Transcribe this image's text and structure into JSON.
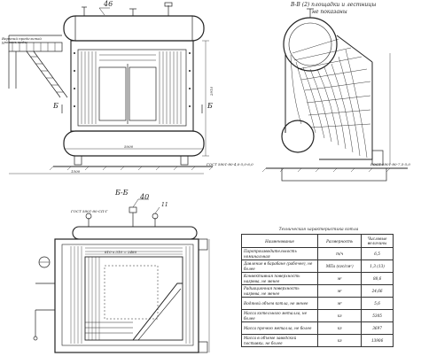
{
  "labels": {
    "pos46": "46",
    "pos40": "40",
    "pos11": "11",
    "section_vv_title": "В-В (2) площадки и лестницы",
    "section_vv_sub": "не показаны",
    "section_bb": "Б-Б",
    "section_b_left": "Б",
    "section_b_right": "Б",
    "gost_left": "ГОСТ 5801-80-4,0-5,0-6,0",
    "gost_right": "ГОСТ 5801-80-7,5-5,0",
    "gost_plan": "ГОСТ 5801-80-СП-Г",
    "dim_2910": "2910",
    "dim_5000": "5000",
    "dim_1500": "1500",
    "dim_plan": "810 x 310 = 2480",
    "side_note": "Верхний предельный уровень воды"
  },
  "table": {
    "caption": "Техническая характеристика котла",
    "headers": [
      "Наименование",
      "Размерность",
      "Числовые величины"
    ],
    "rows": [
      {
        "name": "Паропроизводительность номинальная",
        "unit": "т/ч",
        "value": "6,5"
      },
      {
        "name": "Давление в барабане (рабочее), не более",
        "unit": "МПа (кгс/см²)",
        "value": "1,3 (13)"
      },
      {
        "name": "Конвективная поверхность нагрева, не менее",
        "unit": "м²",
        "value": "88,6"
      },
      {
        "name": "Радиационная поверхность нагрева, не менее",
        "unit": "м²",
        "value": "24,66"
      },
      {
        "name": "Водяной объем котла, не менее",
        "unit": "м³",
        "value": "5,6"
      },
      {
        "name": "Масса котельного металла, не более",
        "unit": "кг",
        "value": "5305"
      },
      {
        "name": "Масса прочего металла, не более",
        "unit": "кг",
        "value": "3697"
      },
      {
        "name": "Масса в объеме заводской поставки, не более",
        "unit": "кг",
        "value": "13906"
      }
    ]
  }
}
